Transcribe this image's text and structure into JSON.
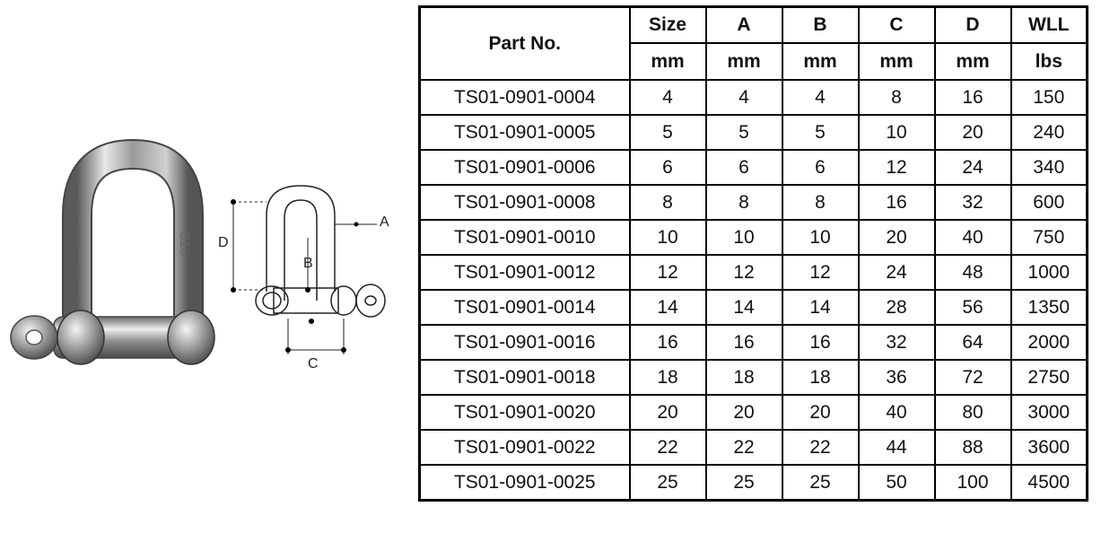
{
  "product": {
    "photo_icon": "d-shackle-photo",
    "stamp_text": "316",
    "diagram_labels": {
      "a": "A",
      "b": "B",
      "c": "C",
      "d": "D"
    }
  },
  "table": {
    "headers": [
      "Part No.",
      "Size",
      "A",
      "B",
      "C",
      "D",
      "WLL"
    ],
    "units": [
      "mm",
      "mm",
      "mm",
      "mm",
      "mm",
      "lbs"
    ],
    "rows": [
      [
        "TS01-0901-0004",
        "4",
        "4",
        "4",
        "8",
        "16",
        "150"
      ],
      [
        "TS01-0901-0005",
        "5",
        "5",
        "5",
        "10",
        "20",
        "240"
      ],
      [
        "TS01-0901-0006",
        "6",
        "6",
        "6",
        "12",
        "24",
        "340"
      ],
      [
        "TS01-0901-0008",
        "8",
        "8",
        "8",
        "16",
        "32",
        "600"
      ],
      [
        "TS01-0901-0010",
        "10",
        "10",
        "10",
        "20",
        "40",
        "750"
      ],
      [
        "TS01-0901-0012",
        "12",
        "12",
        "12",
        "24",
        "48",
        "1000"
      ],
      [
        "TS01-0901-0014",
        "14",
        "14",
        "14",
        "28",
        "56",
        "1350"
      ],
      [
        "TS01-0901-0016",
        "16",
        "16",
        "16",
        "32",
        "64",
        "2000"
      ],
      [
        "TS01-0901-0018",
        "18",
        "18",
        "18",
        "36",
        "72",
        "2750"
      ],
      [
        "TS01-0901-0020",
        "20",
        "20",
        "20",
        "40",
        "80",
        "3000"
      ],
      [
        "TS01-0901-0022",
        "22",
        "22",
        "22",
        "44",
        "88",
        "3600"
      ],
      [
        "TS01-0901-0025",
        "25",
        "25",
        "25",
        "50",
        "100",
        "4500"
      ]
    ]
  }
}
